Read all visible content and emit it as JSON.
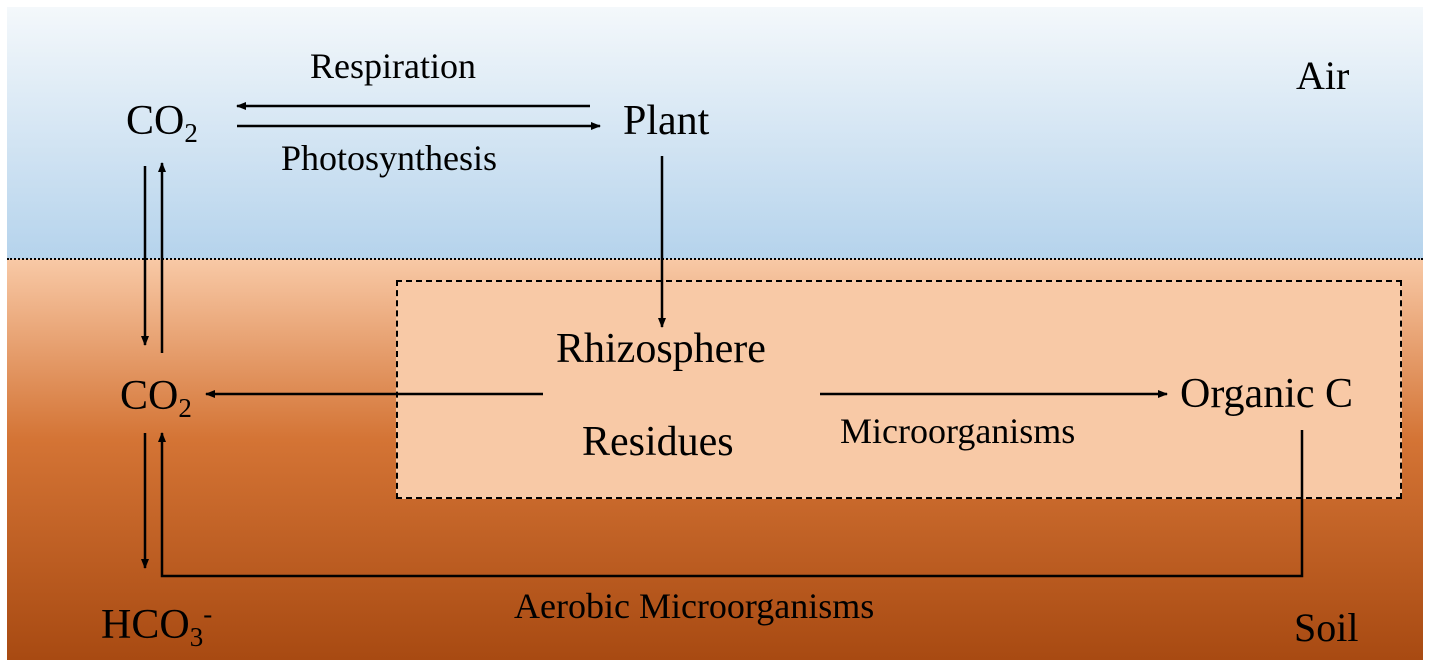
{
  "zones": {
    "air": "Air",
    "soil": "Soil"
  },
  "nodes": {
    "co2_air": {
      "base": "CO",
      "sub": "2"
    },
    "plant": "Plant",
    "co2_soil": {
      "base": "CO",
      "sub": "2"
    },
    "rhizosphere": "Rhizosphere",
    "residues": "Residues",
    "organic_c": "Organic C",
    "hco3": {
      "base": "HCO",
      "sub": "3",
      "sup": "-"
    }
  },
  "processes": {
    "respiration": "Respiration",
    "photosynthesis": "Photosynthesis",
    "microorganisms": "Microorganisms",
    "aerobic_microorganisms": "Aerobic Microorganisms"
  },
  "flows": [
    {
      "from": "plant",
      "to": "co2_air",
      "label": "Respiration"
    },
    {
      "from": "co2_air",
      "to": "plant",
      "label": "Photosynthesis"
    },
    {
      "from": "plant",
      "to": "rhizosphere"
    },
    {
      "from": "co2_air",
      "to": "co2_soil"
    },
    {
      "from": "co2_soil",
      "to": "co2_air"
    },
    {
      "from": "rhizosphere",
      "to": "co2_soil"
    },
    {
      "from": "residues",
      "to": "organic_c",
      "label": "Microorganisms"
    },
    {
      "from": "co2_soil",
      "to": "hco3"
    },
    {
      "from": "organic_c",
      "to": "co2_soil",
      "label": "Aerobic Microorganisms"
    }
  ],
  "colors": {
    "air_top": "#f4f8fb",
    "air_bottom": "#b5d3ec",
    "soil_top": "#f8c9a6",
    "soil_mid": "#d47435",
    "soil_bottom": "#a84a12",
    "rhizosphere_box": "#f8c9a6",
    "stroke": "#000000"
  }
}
